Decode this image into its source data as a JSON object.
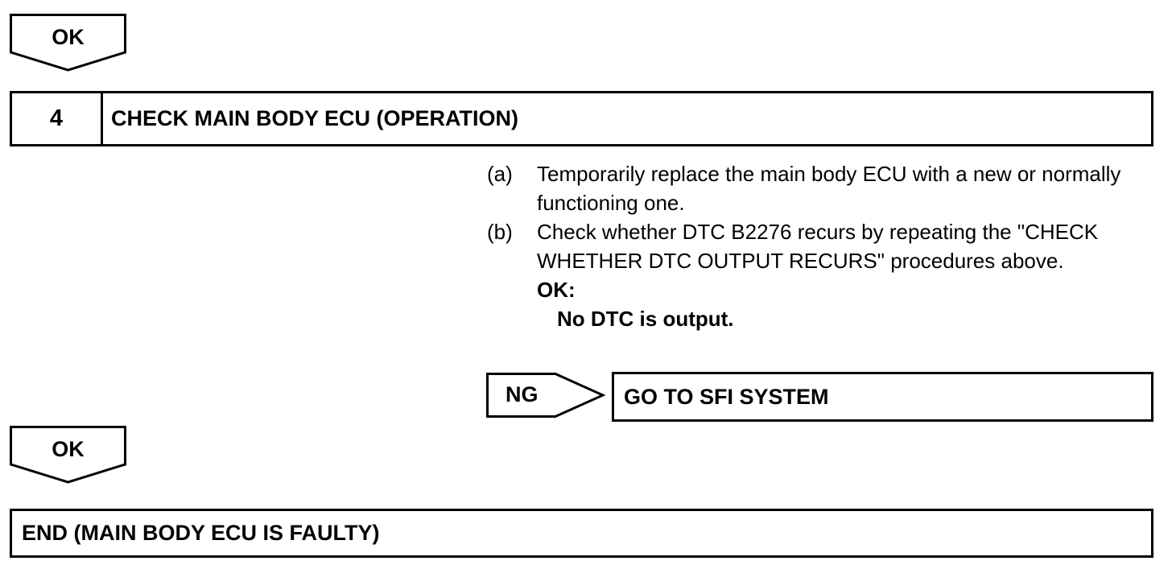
{
  "flow": {
    "top_ok_label": "OK",
    "step": {
      "number": "4",
      "title": "CHECK MAIN BODY ECU (OPERATION)"
    },
    "instructions": [
      {
        "marker": "(a)",
        "text": "Temporarily replace the main body ECU with a new or normally functioning one."
      },
      {
        "marker": "(b)",
        "text": "Check whether DTC B2276 recurs by repeating the \"CHECK WHETHER DTC OUTPUT RECURS\" procedures above."
      }
    ],
    "result_label": "OK:",
    "result_text": "No DTC is output.",
    "ng_label": "NG",
    "ng_target": "GO TO SFI SYSTEM",
    "bottom_ok_label": "OK",
    "end_text": "END (MAIN BODY ECU IS FAULTY)"
  }
}
